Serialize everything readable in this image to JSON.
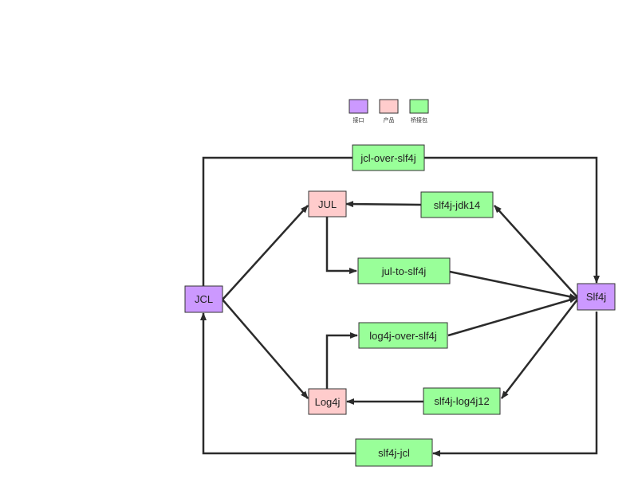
{
  "colors": {
    "interface": "#cc99ff",
    "product": "#ffcccc",
    "bridge": "#99ff99",
    "stroke": "#333333",
    "edge": "#2b2b2b"
  },
  "legend": [
    {
      "id": "interface",
      "label": "接口"
    },
    {
      "id": "product",
      "label": "产品"
    },
    {
      "id": "bridge",
      "label": "桥接包"
    }
  ],
  "nodes": [
    {
      "id": "jcl",
      "label": "JCL",
      "kind": "interface"
    },
    {
      "id": "slf4j",
      "label": "Slf4j",
      "kind": "interface"
    },
    {
      "id": "jul",
      "label": "JUL",
      "kind": "product"
    },
    {
      "id": "log4j",
      "label": "Log4j",
      "kind": "product"
    },
    {
      "id": "jcl_over_slf4j",
      "label": "jcl-over-slf4j",
      "kind": "bridge"
    },
    {
      "id": "slf4j_jdk14",
      "label": "slf4j-jdk14",
      "kind": "bridge"
    },
    {
      "id": "jul_to_slf4j",
      "label": "jul-to-slf4j",
      "kind": "bridge"
    },
    {
      "id": "log4j_over_slf4j",
      "label": "log4j-over-slf4j",
      "kind": "bridge"
    },
    {
      "id": "slf4j_log4j12",
      "label": "slf4j-log4j12",
      "kind": "bridge"
    },
    {
      "id": "slf4j_jcl",
      "label": "slf4j-jcl",
      "kind": "bridge"
    }
  ],
  "edges": [
    {
      "from": "jcl",
      "to": "jul"
    },
    {
      "from": "jcl",
      "to": "log4j"
    },
    {
      "from": "jcl",
      "to": "slf4j",
      "via": "jcl_over_slf4j"
    },
    {
      "from": "slf4j",
      "to": "jul",
      "via": "slf4j_jdk14"
    },
    {
      "from": "jul",
      "to": "slf4j",
      "via": "jul_to_slf4j"
    },
    {
      "from": "log4j",
      "to": "slf4j",
      "via": "log4j_over_slf4j"
    },
    {
      "from": "slf4j",
      "to": "log4j",
      "via": "slf4j_log4j12"
    },
    {
      "from": "slf4j",
      "to": "jcl",
      "via": "slf4j_jcl"
    }
  ]
}
